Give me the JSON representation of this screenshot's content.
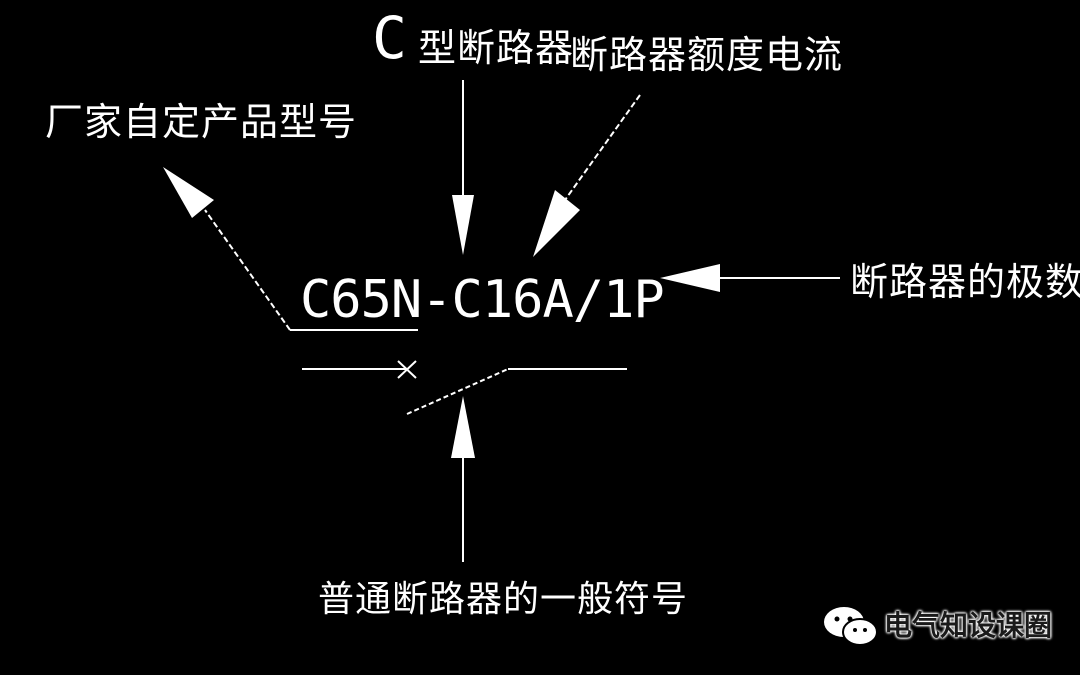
{
  "labels": {
    "c_type_letter": "C",
    "c_type_text": "型断路器",
    "rated_current": "断路器额度电流",
    "manufacturer_model": "厂家自定产品型号",
    "poles": "断路器的极数",
    "general_symbol": "普通断路器的一般符号"
  },
  "designation": "C65N-C16A/1P",
  "watermark": "电气知设课圈",
  "colors": {
    "background": "#000000",
    "stroke": "#ffffff",
    "watermark_text": "#1a1a1a"
  }
}
